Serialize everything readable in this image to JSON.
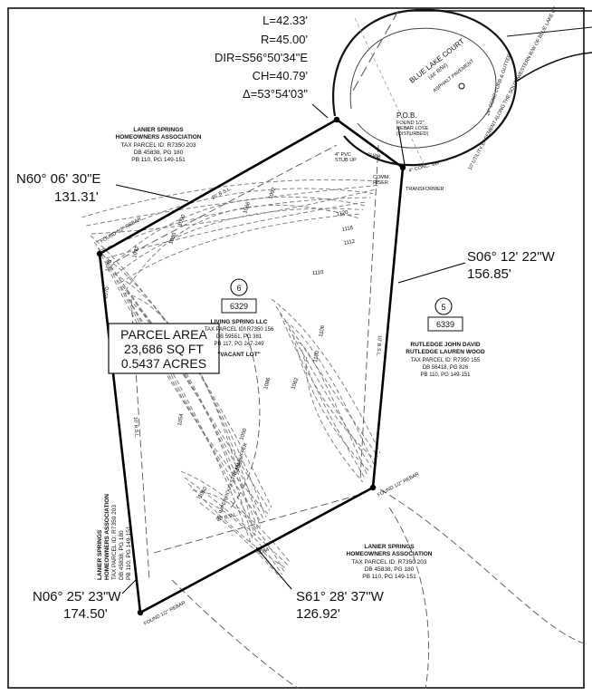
{
  "curve_table": {
    "l": "L=42.33'",
    "r": "R=45.00'",
    "dir": "DIR=S56°50'34\"E",
    "ch": "CH=40.79'",
    "delta": "Δ=53°54'03\""
  },
  "street": {
    "name": "BLUE LAKE COURT",
    "row": "(44' R/W)",
    "surface": "ASPHALT PAVEMENT",
    "curb": "24\" CONC CURB & GUTTER",
    "curb_label": "CURB"
  },
  "pob": {
    "label": "P.O.B.",
    "note1": "FOUND 1/2\"",
    "note2": "REBAR LOSE",
    "note3": "(DISTURBED)"
  },
  "utilities": {
    "pvc": "4\" PVC",
    "stub": "STUB UP",
    "comm": "COMM.",
    "riser": "RISER",
    "transformer": "TRANSFORMER",
    "conc": "4\" CONC. SW"
  },
  "easement_note": "10' UTILITY EASEMENT ALONG THE SOUTHWESTERN R/W OF BLUE LAKE CT",
  "bearings": {
    "north_line": "N60° 06' 30\"E",
    "north_dist": "131.31'",
    "east_line": "S06° 12' 22\"W",
    "east_dist": "156.85'",
    "south_line": "S61° 28' 37\"W",
    "south_dist": "126.92'",
    "west_line": "N06° 25' 23\"W",
    "west_dist": "174.50'"
  },
  "parcel": {
    "line1": "PARCEL AREA",
    "line2": "23,686 SQ FT",
    "line3": "0.5437 ACRES"
  },
  "lot6": {
    "number": "6",
    "parcel": "6329",
    "owner": "LIVING SPRING LLC",
    "tax": "TAX PARCEL ID: R7350 156",
    "db": "DB 59551, PG 381",
    "pb": "PB 117, PG 247-249",
    "status": "\"VACANT LOT\""
  },
  "lot5": {
    "number": "5",
    "parcel": "6339",
    "owner1": "RUTLEDGE JOHN DAVID",
    "owner2": "RUTLEDGE LAUREN WOOD",
    "tax": "TAX PARCEL ID: R7350 155",
    "db": "DB 56418, PG 826",
    "pb": "PB 110, PG 149-151"
  },
  "hoa_north": {
    "name1": "LANIER SPRINGS",
    "name2": "HOMEOWNERS ASSOCIATION",
    "tax": "TAX PARCEL ID: R7350 203",
    "db": "DB 45838, PG 180",
    "pb": "PB 110, PG 149-151"
  },
  "hoa_south": {
    "name1": "LANIER SPRINGS",
    "name2": "HOMEOWNERS ASSOCIATION",
    "tax": "TAX PARCEL ID: R7350 203",
    "db": "DB 45838, PG 180",
    "pb": "PB 110, PG 149-151"
  },
  "hoa_west": {
    "name1": "LANIER SPRINGS",
    "name2": "HOMEOWNERS ASSOCIATION",
    "tax": "TAX PARCEL ID: R7350 203",
    "db": "DB 45838, PG 180",
    "pb": "PB 110, PG 149-151"
  },
  "corner_labels": {
    "rebar_nw": "FOUND 1/2\" REBAR",
    "rebar_se": "FOUND 1/2\" REBAR",
    "rebar_sw": "FOUND 1/2\" REBAR"
  },
  "setbacks": {
    "bsl_north": "25' B.S.L.",
    "bsl_west": "10' B.S.L.",
    "bsl_east": "10' B.S.L.",
    "bsl_south": "20' B.S.L.",
    "buffer": "75' IMPERVIOUS STREAM BUFFER"
  },
  "contours": [
    "1120",
    "1116",
    "1112",
    "1110",
    "1106",
    "1100",
    "1090",
    "1080",
    "1076",
    "1072",
    "1070",
    "1060",
    "1050",
    "1082",
    "1062",
    "1086",
    "1092",
    "1066",
    "1054",
    "1064"
  ]
}
